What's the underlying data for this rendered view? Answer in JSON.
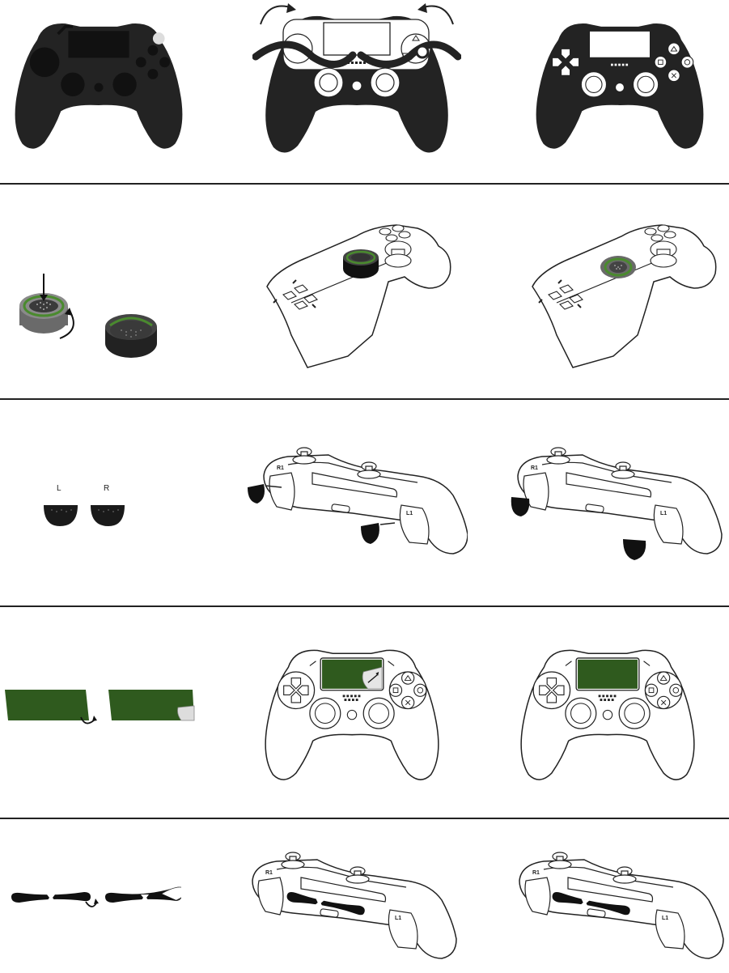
{
  "colors": {
    "outline": "#222222",
    "silicone": "#232323",
    "accent_green": "#2f5a1e",
    "light_green": "#4a8a2e",
    "grey": "#6a6a6a",
    "white": "#ffffff"
  },
  "icons": [
    "rotate-arrow-icon",
    "press-arrow-icon",
    "curl-arrow-icon"
  ],
  "rows": [
    {
      "name": "silicone-skin-install"
    },
    {
      "name": "thumb-grip-install"
    },
    {
      "name": "trigger-extender-install"
    },
    {
      "name": "touchpad-sticker-install"
    },
    {
      "name": "lightbar-sticker-install"
    }
  ],
  "trigger_labels": {
    "left": "L",
    "right": "R"
  }
}
